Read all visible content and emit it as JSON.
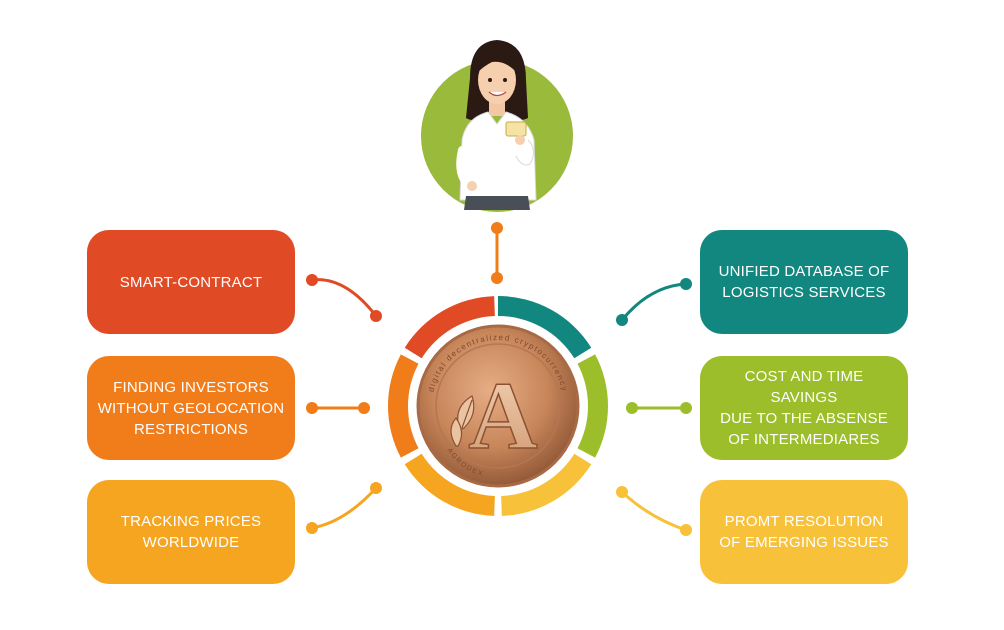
{
  "colors": {
    "red": "#e04a24",
    "orange": "#f07c1a",
    "amber": "#f6a521",
    "teal": "#12877f",
    "lime": "#9bbe2a",
    "yellow": "#f8c13a",
    "avatar_bg": "#9aba3c",
    "coin_gold": "#c8865a"
  },
  "center": {
    "logo_letter": "A",
    "ring_text_top": "digital decentralized cryptocurrency",
    "ring_text_bottom": "AGRODEX"
  },
  "persona": {
    "icon": "businesswoman-icon"
  },
  "left_items": [
    {
      "label": "SMART-CONTRACT",
      "color": "#e04a24"
    },
    {
      "label": "FINDING INVESTORS\nWITHOUT GEOLOCATION\nRESTRICTIONS",
      "color": "#f07c1a"
    },
    {
      "label": "TRACKING PRICES\nWORLDWIDE",
      "color": "#f6a521"
    }
  ],
  "right_items": [
    {
      "label": "UNIFIED DATABASE OF\nLOGISTICS SERVICES",
      "color": "#12877f"
    },
    {
      "label": "COST AND TIME SAVINGS\nDUE TO THE ABSENSE\nOF INTERMEDIARES",
      "color": "#9bbe2a"
    },
    {
      "label": "PROMT RESOLUTION\nOF EMERGING ISSUES",
      "color": "#f8c13a"
    }
  ]
}
